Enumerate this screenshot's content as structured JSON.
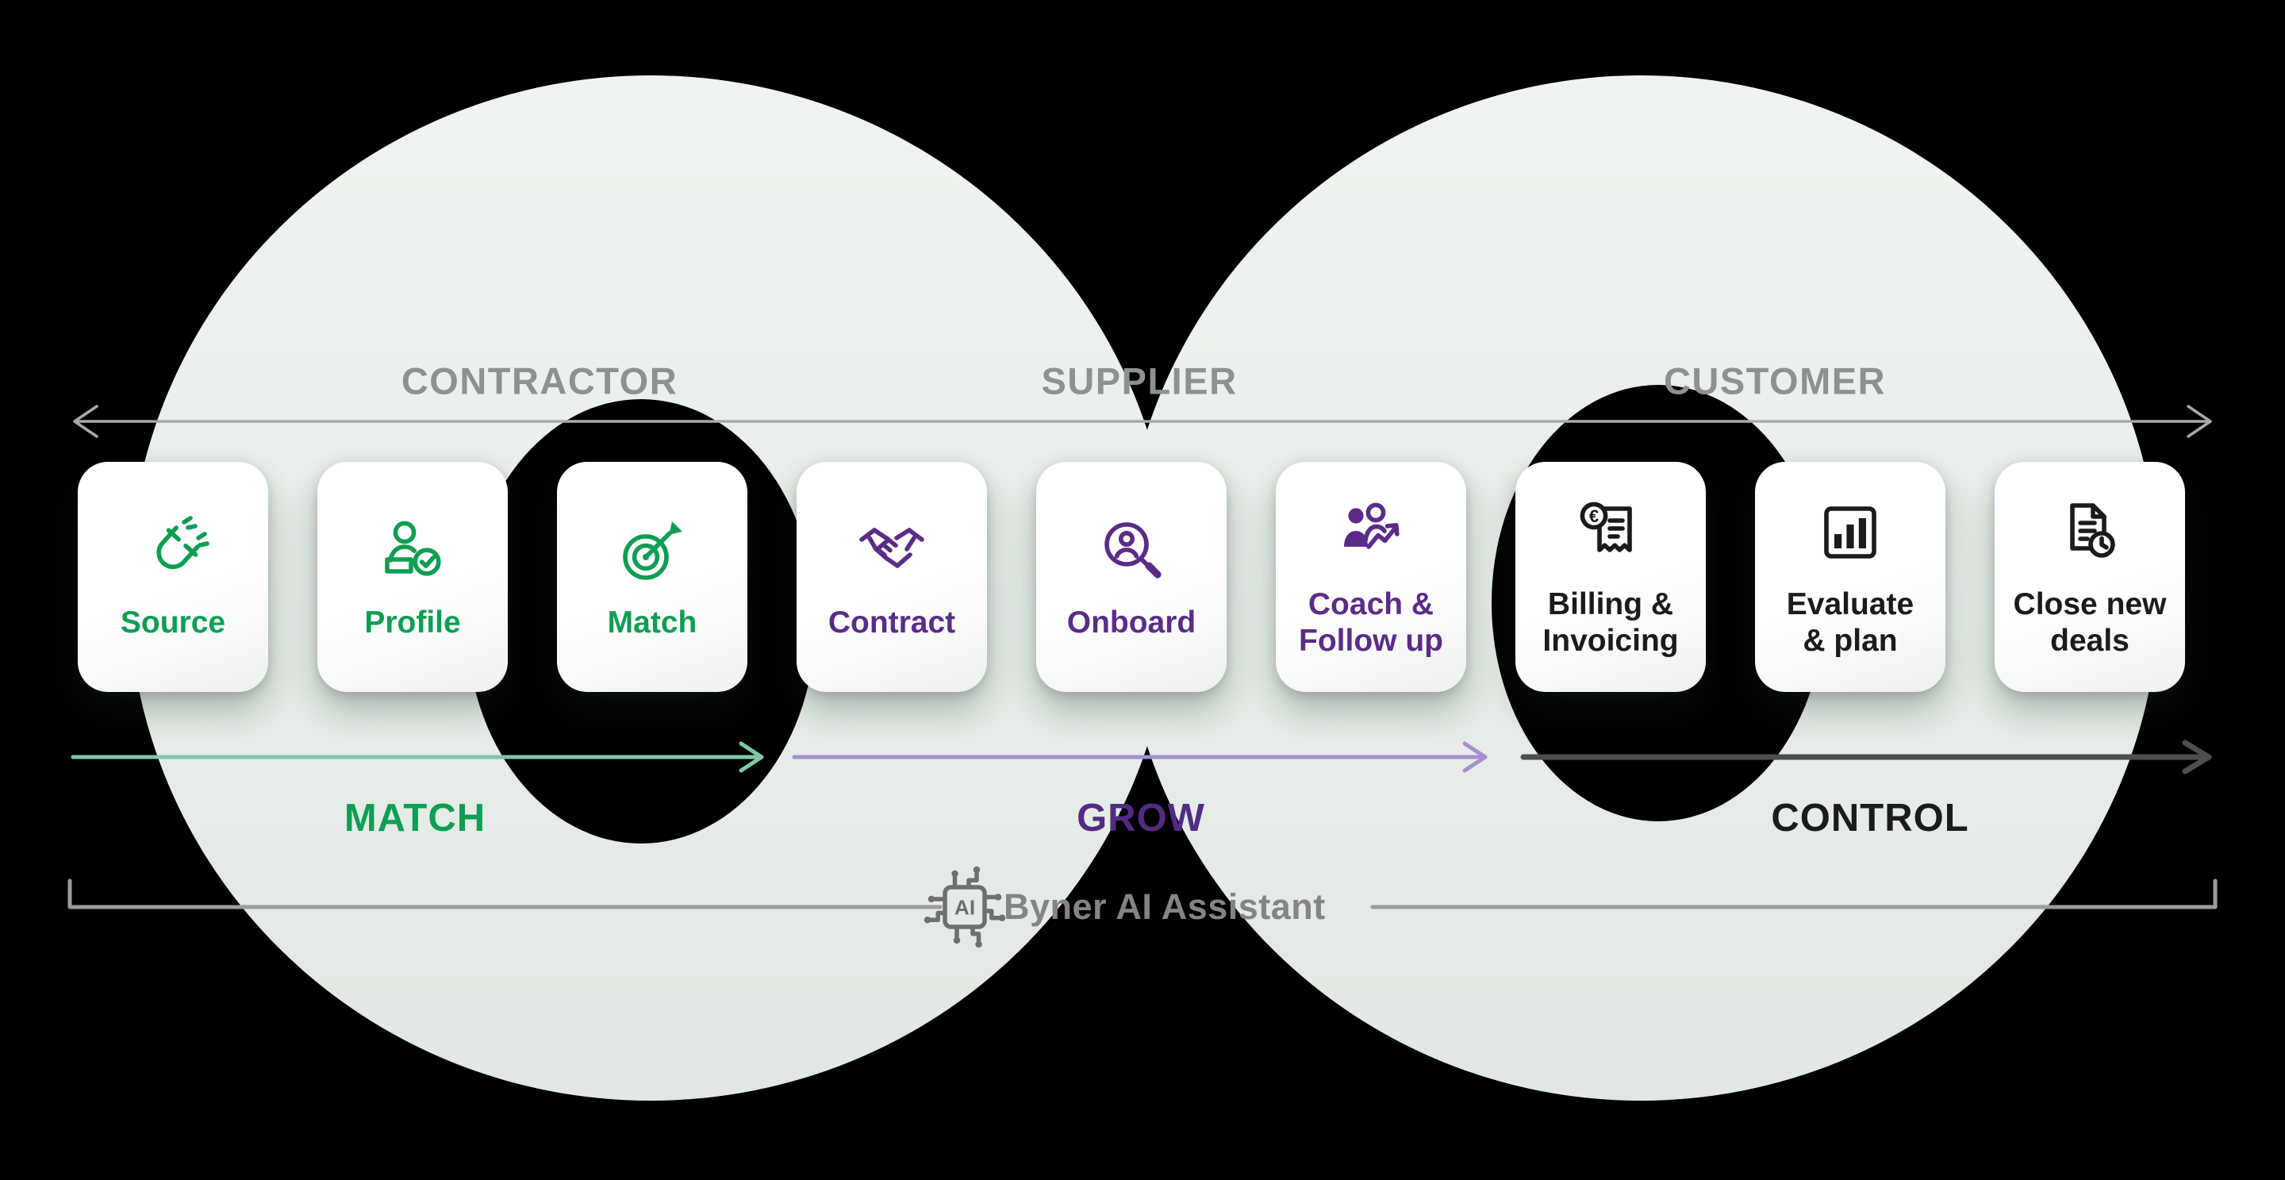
{
  "colors": {
    "background": "#000000",
    "loop_top": "#eff4f0",
    "loop_bottom": "#e1e8e3",
    "section_gray": "#8d9190",
    "axis_gray": "#a8aaa9",
    "bracket_gray": "#9a9e9b",
    "footer_text_gray": "#848484",
    "chip_gray": "#6f6f6d",
    "card_bg": "#ffffff"
  },
  "sections": [
    {
      "label": "CONTRACTOR"
    },
    {
      "label": "SUPPLIER"
    },
    {
      "label": "CUSTOMER"
    }
  ],
  "cards": [
    {
      "label": "Source",
      "icon": "magnet-icon",
      "color": "#0d9e53"
    },
    {
      "label": "Profile",
      "icon": "person-check-icon",
      "color": "#0d9e53"
    },
    {
      "label": "Match",
      "icon": "target-arrow-icon",
      "color": "#0d9e53"
    },
    {
      "label": "Contract",
      "icon": "handshake-icon",
      "color": "#5b2c87"
    },
    {
      "label": "Onboard",
      "icon": "person-search-icon",
      "color": "#5b2c87"
    },
    {
      "label": "Coach &\nFollow up",
      "icon": "team-growth-icon",
      "color": "#5b2c87"
    },
    {
      "label": "Billing &\nInvoicing",
      "icon": "invoice-euro-icon",
      "color": "#1b1b1b"
    },
    {
      "label": "Evaluate\n& plan",
      "icon": "bar-chart-icon",
      "color": "#1b1b1b"
    },
    {
      "label": "Close new\ndeals",
      "icon": "document-clock-icon",
      "color": "#1b1b1b"
    }
  ],
  "phases": [
    {
      "label": "MATCH",
      "label_color": "#0d9e53",
      "arrow_color": "#7fc8a5"
    },
    {
      "label": "GROW",
      "label_color": "#532b85",
      "arrow_color": "#a78fd1"
    },
    {
      "label": "CONTROL",
      "label_color": "#1b1b1b",
      "arrow_color": "#4c4f4d"
    }
  ],
  "footer": {
    "label": "Byner AI Assistant",
    "icon": "ai-chip-icon"
  },
  "icons": {
    "ai_chip_text": "AI",
    "euro_glyph": "€"
  }
}
